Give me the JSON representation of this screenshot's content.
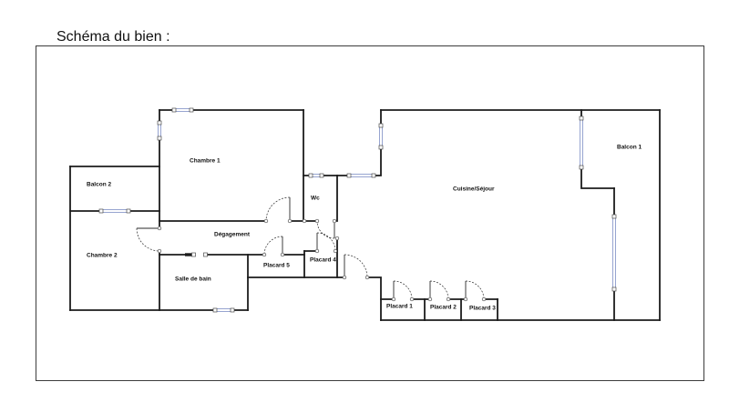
{
  "header": {
    "title": "Schéma du bien :"
  },
  "plan": {
    "rooms": {
      "chambre_1": "Chambre 1",
      "balcon_2": "Balcon 2",
      "chambre_2": "Chambre 2",
      "degagement": "Dégagement",
      "salle_de_bain": "Salle de bain",
      "placard_5": "Placard 5",
      "placard_4": "Placard 4",
      "wc": "Wc",
      "cuisine_sejour": "Cuisine/Séjour",
      "balcon_1": "Balcon 1",
      "placard_1": "Placard 1",
      "placard_2": "Placard 2",
      "placard_3": "Placard 3"
    },
    "colors": {
      "wall": "#1c1c1c",
      "window": "#7d8ec4",
      "frame": "#3c3c3c"
    }
  }
}
